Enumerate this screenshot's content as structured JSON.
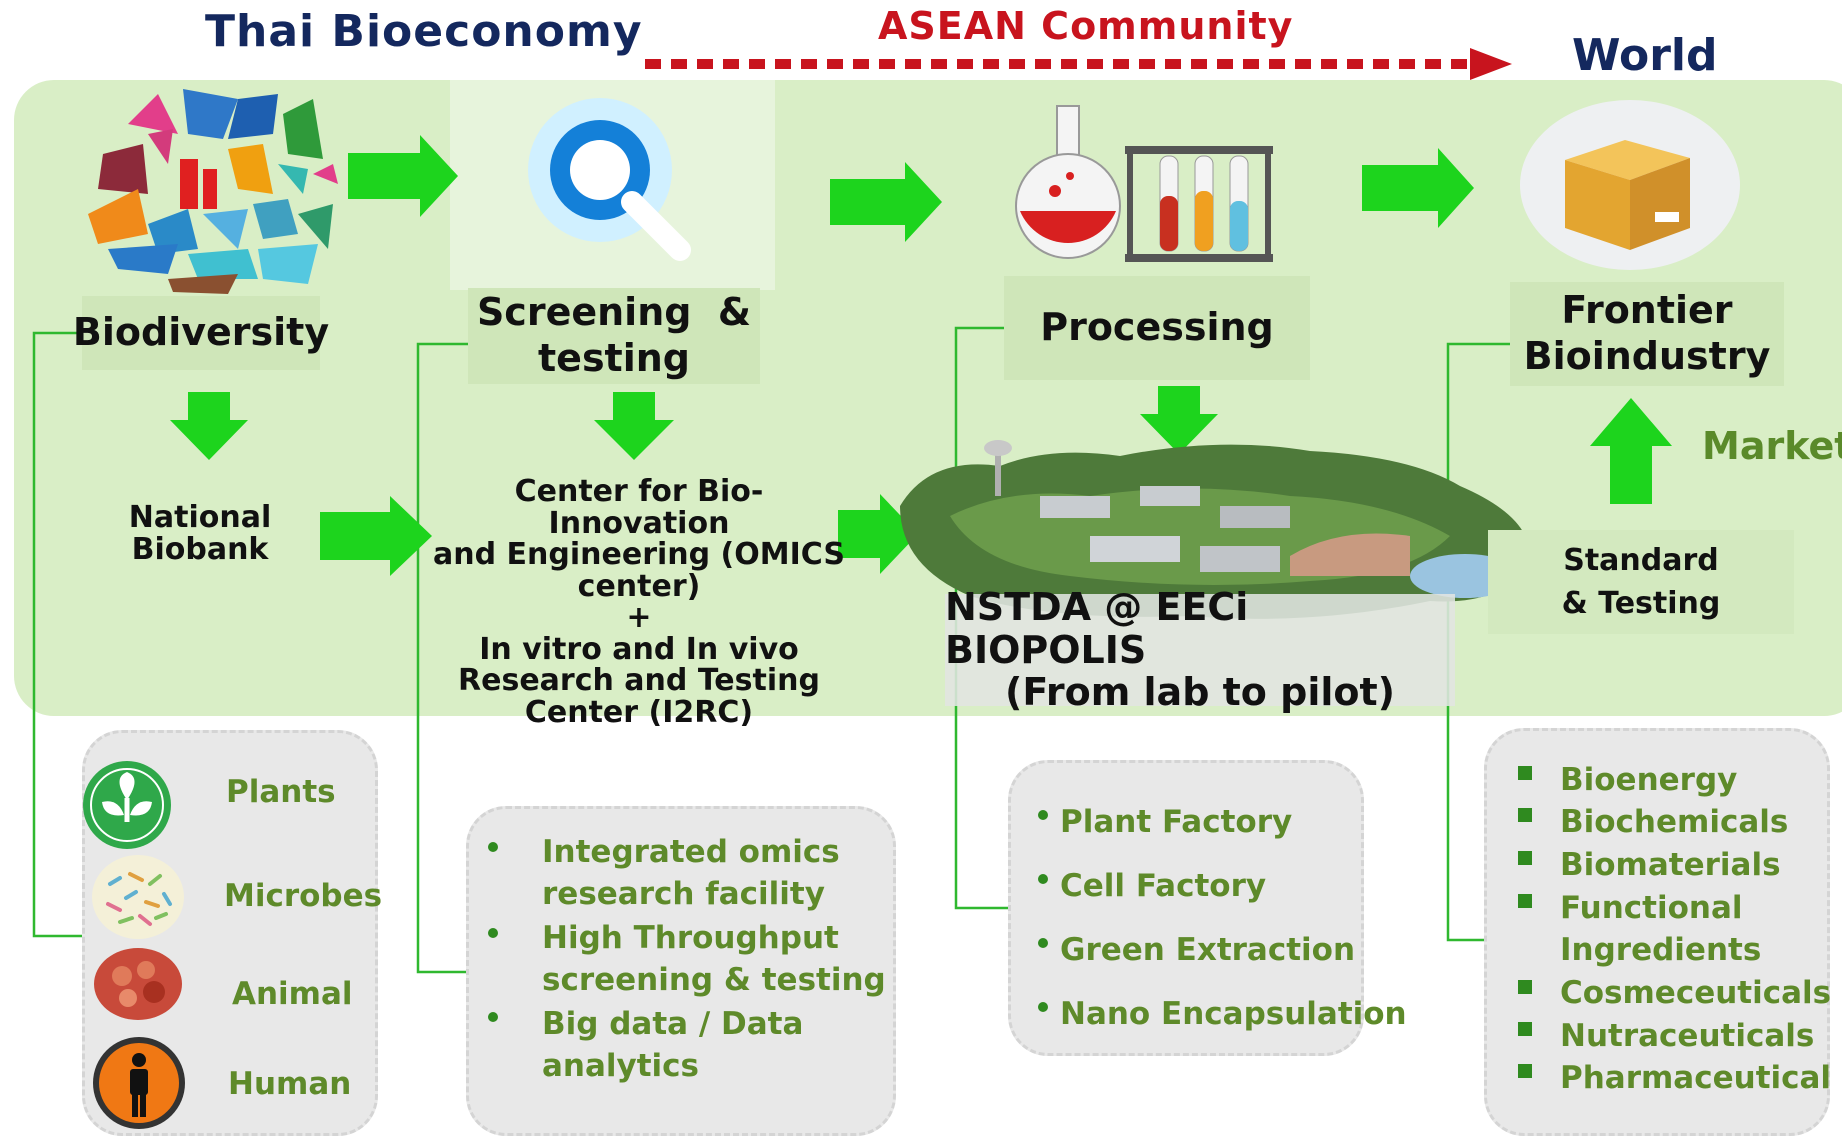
{
  "header": {
    "thai_bioeconomy": "Thai Bioeconomy",
    "asean_community": "ASEAN Community",
    "world": "World"
  },
  "stages": {
    "biodiversity": "Biodiversity",
    "screening_line1": "Screening  &",
    "screening_line2": "testing",
    "processing": "Processing",
    "frontier_line1": "Frontier",
    "frontier_line2": "Bioindustry"
  },
  "middle": {
    "biobank_line1": "National",
    "biobank_line2": "Biobank",
    "omics_lines": [
      "Center for Bio-Innovation",
      "and Engineering (OMICS",
      "center)",
      "+",
      "In vitro and In vivo",
      "Research and Testing",
      "Center (I2RC)"
    ],
    "nstda_line1": "NSTDA @ EECi BIOPOLIS",
    "nstda_line2": "(From lab to pilot)",
    "standard_line1": "Standard",
    "standard_line2": "& Testing",
    "market": "Market"
  },
  "biodiversity_items": [
    "Plants",
    "Microbes",
    "Animal",
    "Human"
  ],
  "screening_items": [
    "Integrated omics",
    "research facility",
    "High Throughput",
    "screening & testing",
    "Big data / Data",
    "analytics"
  ],
  "processing_items": [
    "Plant Factory",
    "Cell Factory",
    "Green Extraction",
    "Nano Encapsulation"
  ],
  "industry_items": [
    "Bioenergy",
    "Biochemicals",
    "Biomaterials",
    "Functional",
    "Ingredients",
    "Cosmeceuticals",
    "Nutraceuticals",
    "Pharmaceutical"
  ],
  "colors": {
    "navy": "#14285e",
    "red": "#c8141e",
    "band": "#d9eec6",
    "arrow": "#1dd41d",
    "item_text": "#5e8a2a"
  },
  "icons": [
    "origami-animals-icon",
    "magnifier-icon",
    "lab-flask-icon",
    "box-icon",
    "plant-icon",
    "microbes-icon",
    "cell-icon",
    "human-icon",
    "campus-image"
  ]
}
